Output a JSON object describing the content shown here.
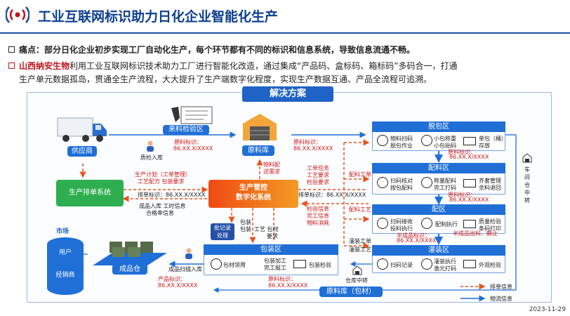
{
  "header": {
    "title": "工业互联网标识助力日化企业智能化生产"
  },
  "bullets": [
    {
      "label": "痛点：",
      "text": "部分日化企业初步实现工厂自动化生产，每个环节都有不同的标识和信息系统，导致信息流通不畅。"
    },
    {
      "label": "山西纳安生物",
      "text_line1": "利用工业互联网标识技术助力工厂进行智能化改造，通过集成“产品码、盒标码、箱标码”多码合一，打通",
      "text_line2": "生产单元数据孤岛，贯通全生产流程，大大提升了生产端数字化程度，实现生产数据互通、产品全流程可追溯。"
    }
  ],
  "diagram": {
    "banner": "解决方案",
    "supplier": "供应商",
    "incoming_check": "来料检验区",
    "quality_check_in": "质检入库",
    "raw_id_top": {
      "label": "原料标识：",
      "code": "86.XX.X/XXXX"
    },
    "raw_warehouse": "原料库",
    "raw_id_mid": {
      "label": "原料标识：",
      "code": "86.XX.X/XXXX"
    },
    "production_sched": "生产排单系统",
    "prod_plan": "生产计划（工单管理）",
    "prod_recipe": "工艺配方 包装要求",
    "schedule_id": "排单标识：86.XX.X/XXXX",
    "finished_in": "成品入库 工时信息",
    "pass_rate": "合格率信息",
    "control_sys_line1": "生产管控",
    "control_sys_line2": "数字化系统",
    "material_dist": "物料配",
    "dist_req": "送需求",
    "ticket_tasks": "工单任务",
    "process_req": "工艺要求",
    "inspect_req": "检验要求",
    "schedule_id2": "排单标识：86.XX.X/XXXX",
    "inspect_info": "检验信息",
    "complete_info": "完工信息",
    "consume_info": "物料消耗",
    "batch_record_1": "批记录",
    "batch_record_2": "处理",
    "pack_1": "包装",
    "pack_2": "包装",
    "pack_req": "工艺 包材",
    "pack_req2": "要求",
    "pack_zone": "包装区",
    "pack_mat": "包材领用",
    "pack_proc_1": "包装加工",
    "pack_proc_2": "完工报工",
    "pack_check": "包装检验",
    "finished_wh": "成品仓",
    "product_scan": "成品扫描入库",
    "product_id": {
      "label": "产品标识：",
      "code": "86.XX.X/XXXX"
    },
    "market": "市场",
    "user": "用户",
    "distributor": "经销商",
    "raw_id_bottom": {
      "label": "原料标识：",
      "code": "86.XX.X/XXXX"
    },
    "raw_wh_pack": "原料库（包材）",
    "wh_transfer": "仓库中转",
    "dist_craft_1": "配料工单",
    "dist_craft_2": "配料工艺",
    "fill_ticket": "灌装工单",
    "fill_craft": "灌装工艺",
    "workshop_transfer": [
      "车",
      "间",
      "仓",
      "中",
      "转"
    ],
    "zones": [
      {
        "title": "脱包区",
        "steps": [
          "物料扫码",
          "脱包作业",
          "小包称重",
          "小包贴码",
          "单包（桶）",
          "存放"
        ],
        "id": "原料标识：",
        "code": "86.XX.X/XXXX"
      },
      {
        "title": "配料区",
        "steps": [
          "扫码核对",
          "按包配料",
          "称量配料",
          "完工打码",
          "齐套管理",
          "余料退回"
        ],
        "id": "原料标识：",
        "code": "86.XX.X/XXXX"
      },
      {
        "title": "配区",
        "steps": [
          "扫码接收",
          "投料执行",
          "配制执行",
          "质量检验",
          "条码打印"
        ],
        "id": "半成品标识：",
        "code": "86.XX.X/XXXX",
        "note": "半成品出料、静止"
      },
      {
        "title": "灌装区",
        "steps": [
          "扫码记录",
          "灌装执行",
          "激光打码",
          "外观检验"
        ]
      }
    ],
    "legend": {
      "schedule_info": "排单信息",
      "logistics_info": "物流信息"
    }
  },
  "date": "2023-11-29",
  "colors": {
    "title": "#0b3f8f",
    "accent_blue": "#1f6fd6",
    "green": "#2fae4f",
    "red": "#d21919",
    "orange_dash": "#e8531c"
  }
}
